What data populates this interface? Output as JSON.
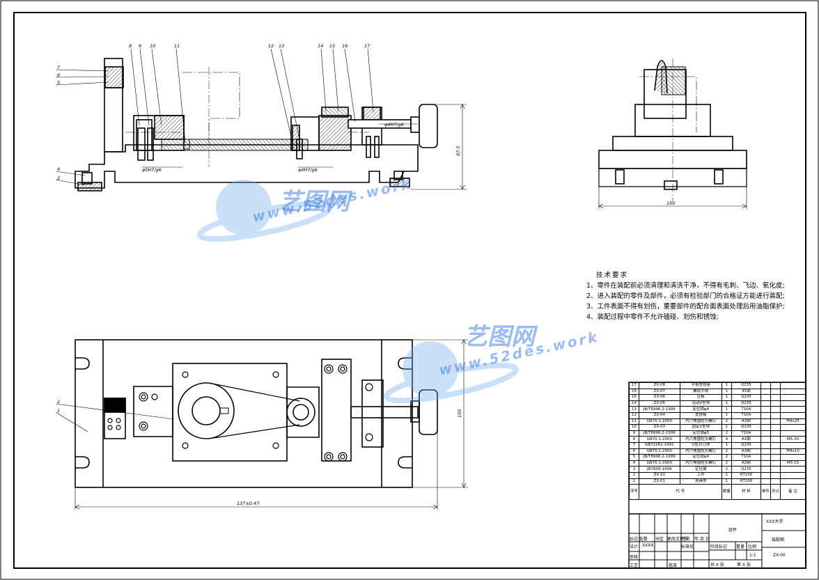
{
  "views": {
    "front_labels": [
      "7",
      "6",
      "5",
      "8",
      "9",
      "10",
      "11",
      "12",
      "13",
      "14",
      "15",
      "16",
      "17",
      "4",
      "3"
    ],
    "fit_left": "φ5H7/g6",
    "fit_mid": "φ4H7/g6",
    "fit_right": "φ4H7/g6",
    "height_dim": "87.5",
    "side_width_dim": "150",
    "top_labels": [
      "2",
      "1"
    ],
    "top_height_dim": "150",
    "top_length_dim": "137±0.47"
  },
  "tech": {
    "title": "技术要求",
    "lines": [
      "1、零件在装配前必须清理和清洗干净，不得有毛刺、飞边、氧化皮;",
      "2、进入装配的零件及部件，必须有检验部门的合格证方能进行装配;",
      "3、工件表面不得有划伤，重要部件的配合面表面处理后用油脂保护;",
      "4、装配过程中零件不允许磕碰、划伤和锈蚀;"
    ]
  },
  "watermark": {
    "brand": "艺图网",
    "url": "www.52des.work"
  },
  "bom": [
    [
      "17",
      "ZX-08",
      "手柄支撑座",
      "1",
      "Q235",
      ""
    ],
    [
      "16",
      "ZX-07",
      "螺纹手柄",
      "1",
      "45钢",
      ""
    ],
    [
      "15",
      "ZX-06",
      "压板",
      "1",
      "Q235",
      ""
    ],
    [
      "14",
      "ZX-05",
      "活动V型块",
      "1",
      "Q235",
      ""
    ],
    [
      "13",
      "JB/T8996.2-1999",
      "定位销φ4",
      "1",
      "T10A",
      ""
    ],
    [
      "12",
      "ZX-04",
      "支撑板",
      "1",
      "T10A",
      ""
    ],
    [
      "11",
      "GB70.1-2000",
      "内六角圆柱头螺钉",
      "2",
      "A3钢",
      "M4x25"
    ],
    [
      "10",
      "ZX-03",
      "固定V型块",
      "1",
      "Q235",
      ""
    ],
    [
      "9",
      "JB/T8996.2-1999",
      "定位销φ5",
      "2",
      "T10A",
      ""
    ],
    [
      "8",
      "GB70.1-2000",
      "内六角圆柱头螺钉",
      "4",
      "A3钢",
      "M5-20"
    ],
    [
      "7",
      "GB72262-1991",
      "U型对刀块",
      "1",
      "Q235",
      ""
    ],
    [
      "6",
      "GB70.1-2000",
      "内六角圆柱头螺钉",
      "2",
      "A3钢",
      "M4x10"
    ],
    [
      "5",
      "JB/T8996.2-1999",
      "定位销φ4",
      "2",
      "T10A",
      ""
    ],
    [
      "4",
      "GB70.1-2000",
      "内六角圆柱头螺钉",
      "2",
      "A3钢",
      "M5-15"
    ],
    [
      "3",
      "JB7808-1999",
      "定位键",
      "2",
      "Q235",
      ""
    ],
    [
      "2",
      "ZX-02",
      "工件",
      "1",
      "HT200",
      ""
    ],
    [
      "1",
      "ZX-01",
      "夹具体",
      "1",
      "HT200",
      ""
    ]
  ],
  "bom_header": {
    "seq": "序号",
    "code": "代  号",
    "qty": "数量",
    "mat": "材  料",
    "unit": "单件",
    "total": "总计",
    "weight": "重  量",
    "note": "备  注"
  },
  "title_block": {
    "school": "XXX大学",
    "drawing_name": "装配图",
    "drawing_no": "ZX-00",
    "scale": "1:1",
    "scale_label": "比例",
    "weight_label": "重量",
    "stage_label": "阶段标记",
    "group": "组件",
    "design": "设计",
    "designer": "XXXX",
    "std": "标准化",
    "review": "审核",
    "process": "工艺",
    "approve": "批准",
    "marks": "标记 处数",
    "zone": "分区",
    "change": "更改文件号",
    "sign": "签名",
    "date": "年.月.日",
    "sheets": "共 X 张",
    "sheet": "第 X 张"
  }
}
